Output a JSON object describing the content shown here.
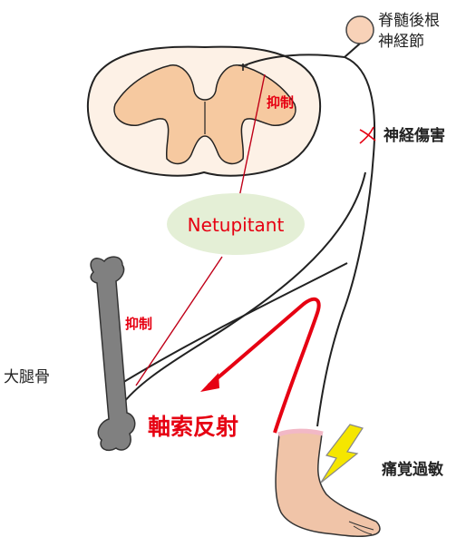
{
  "labels": {
    "drg": [
      "脊髄後根",
      "神経節"
    ],
    "nerve_injury": "神経傷害",
    "femur": "大腿骨",
    "inhibit_top": "抑制",
    "inhibit_bottom": "抑制",
    "drug": "Netupitant",
    "axon_reflex": "軸索反射",
    "hyperalgesia": "痛覚過敏"
  },
  "colors": {
    "red": "#e60012",
    "spinal_gray": "#f6c9a0",
    "spinal_white": "#fdf1e6",
    "drg": "#f8d2b8",
    "bone": "#808080",
    "leg": "#f0c4a8",
    "drug_ellipse": "#e4efd6",
    "bolt": "#f5e600"
  }
}
